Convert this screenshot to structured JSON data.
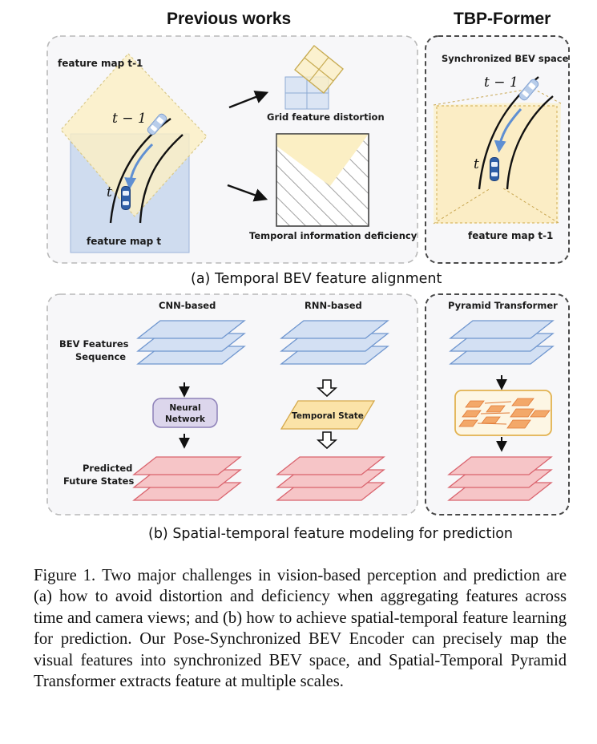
{
  "figure": {
    "header_previous": "Previous works",
    "header_tbp": "TBP-Former",
    "panel_a": {
      "feature_map_t_minus_1": "feature map t-1",
      "feature_map_t": "feature map t",
      "t_minus_1": "t − 1",
      "t": "t",
      "grid_distortion": "Grid feature distortion",
      "temporal_deficiency": "Temporal information deficiency",
      "synchronized_bev": "Synchronized BEV space",
      "tbp_t_minus_1": "t − 1",
      "tbp_t": "t",
      "tbp_feature_map": "feature map t-1",
      "caption": "(a) Temporal BEV feature alignment"
    },
    "panel_b": {
      "cnn_title": "CNN-based",
      "rnn_title": "RNN-based",
      "pyramid_title": "Pyramid Transformer",
      "bev_sequence_line1": "BEV Features",
      "bev_sequence_line2": "Sequence",
      "neural_line1": "Neural",
      "neural_line2": "Network",
      "temporal_state": "Temporal State",
      "predicted_line1": "Predicted",
      "predicted_line2": "Future States",
      "caption": "(b) Spatial-temporal feature modeling for prediction"
    },
    "colors": {
      "blue_fill": "#d3e0f3",
      "blue_edge": "#6f96cf",
      "red_fill": "#f6c5c7",
      "red_edge": "#d9636d",
      "yellow_fill": "#fbefc4",
      "orange_fill": "#f3a869",
      "purple_fill": "#dcd6ec",
      "panel_bg": "#f7f7f9"
    }
  },
  "caption": {
    "label": "Figure 1.",
    "text": "Two major challenges in vision-based perception and prediction are (a) how to avoid distortion and deficiency when aggregating features across time and camera views; and (b) how to achieve spatial-temporal feature learning for prediction. Our Pose-Synchronized BEV Encoder can precisely map the visual features into synchronized BEV space, and Spatial-Temporal Pyramid Transformer extracts feature at multiple scales."
  }
}
